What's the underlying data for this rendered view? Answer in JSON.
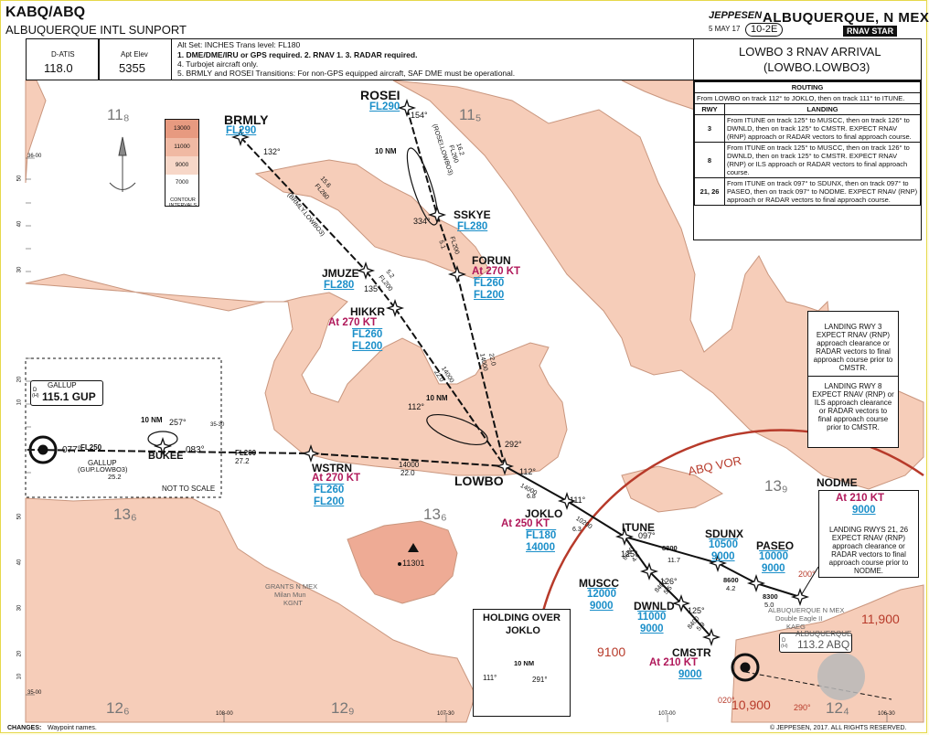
{
  "header": {
    "icao": "KABQ/ABQ",
    "airport": "ALBUQUERQUE INTL SUNPORT",
    "brand": "JEPPESEN",
    "city": "ALBUQUERQUE, N MEX",
    "date": "5 MAY 17",
    "chart_no": "10-2E",
    "chart_type": "RNAV STAR",
    "datis_label": "D-ATIS",
    "datis_freq": "118.0",
    "elev_label": "Apt Elev",
    "elev": "5355",
    "notes": [
      "Alt Set: INCHES   Trans level: FL180",
      "1. DME/DME/IRU or GPS required.   2. RNAV 1.   3. RADAR required.",
      "4. Turbojet aircraft only.",
      "5. BRMLY and ROSEI Transitions: For non-GPS equipped aircraft, SAF DME must be operational."
    ],
    "proc_title": "LOWBO 3 RNAV ARRIVAL",
    "proc_code": "(LOWBO.LOWBO3)"
  },
  "routing": {
    "title": "ROUTING",
    "intro": "From LOWBO on track 112° to JOKLO, then on track 111° to ITUNE.",
    "col_rwy": "RWY",
    "col_landing": "LANDING",
    "rows": [
      {
        "rwy": "3",
        "text": "From ITUNE on track 125° to MUSCC, then on track 126° to DWNLD, then on track 125° to CMSTR. EXPECT RNAV (RNP) approach or RADAR vectors to final approach course."
      },
      {
        "rwy": "8",
        "text": "From ITUNE on track 125° to MUSCC, then on track 126° to DWNLD, then on track 125° to CMSTR. EXPECT RNAV (RNP) or ILS approach or RADAR vectors to final approach course."
      },
      {
        "rwy": "21, 26",
        "text": "From ITUNE on track 097° to SDUNX, then on track 097° to PASEO, then on track 097° to NODME. EXPECT RNAV (RNP) approach or RADAR vectors to final approach course."
      }
    ]
  },
  "landing_notes": {
    "rwy3": "LANDING RWY 3 EXPECT RNAV (RNP) approach clearance or RADAR vectors to final approach course prior to CMSTR.",
    "rwy8": "LANDING RWY 8 EXPECT RNAV (RNP) or ILS approach clearance or RADAR vectors to final approach course prior to CMSTR.",
    "rwy21_26": "LANDING RWYS 21, 26 EXPECT RNAV (RNP) approach clearance or RADAR vectors to final approach course prior to NODME."
  },
  "contour": {
    "levels": [
      "13000",
      "11000",
      "9000",
      "7000"
    ],
    "label": "CONTOUR INTERVALS",
    "colors": [
      "#e79a80",
      "#f0b9a3",
      "#f7d7c8",
      "#ffffff"
    ]
  },
  "grid": {
    "msa_labels": [
      "11₈",
      "11₅",
      "13₆",
      "13₆",
      "13₉",
      "12₆",
      "12₉",
      "12₄"
    ],
    "lat_labels": [
      "36-00",
      "50",
      "40",
      "30",
      "20",
      "10",
      "35-30",
      "50",
      "40",
      "30",
      "20",
      "10",
      "35-00"
    ],
    "lon_labels": [
      "108-00",
      "107-30",
      "107-00",
      "106-30"
    ],
    "elevations": [
      "11,900",
      "10,900",
      "9100"
    ],
    "peak": "11301"
  },
  "waypoints": {
    "brmly": {
      "name": "BRMLY",
      "fl": "FL290"
    },
    "rosei": {
      "name": "ROSEI",
      "fl": "FL290"
    },
    "sskye": {
      "name": "SSKYE",
      "fl": "FL280"
    },
    "forun": {
      "name": "FORUN",
      "spd": "At 270 KT",
      "fl1": "FL260",
      "fl2": "FL200"
    },
    "jmuze": {
      "name": "JMUZE",
      "fl": "FL280"
    },
    "hikkr": {
      "name": "HIKKR",
      "spd": "At 270 KT",
      "fl1": "FL260",
      "fl2": "FL200"
    },
    "wstrn": {
      "name": "WSTRN",
      "spd": "At 270 KT",
      "fl1": "FL260",
      "fl2": "FL200"
    },
    "bukee": {
      "name": "BUKEE"
    },
    "lowbo": {
      "name": "LOWBO"
    },
    "joklo": {
      "name": "JOKLO",
      "spd": "At 250 KT",
      "fl1": "FL180",
      "fl2": "14000"
    },
    "itune": {
      "name": "ITUNE"
    },
    "muscc": {
      "name": "MUSCC",
      "a1": "12000",
      "a2": "9000"
    },
    "dwnld": {
      "name": "DWNLD",
      "a1": "11000",
      "a2": "9000"
    },
    "cmstr": {
      "name": "CMSTR",
      "spd": "At 210 KT",
      "a1": "9000"
    },
    "sdunx": {
      "name": "SDUNX",
      "a1": "10500",
      "a2": "9000"
    },
    "paseo": {
      "name": "PASEO",
      "a1": "10000",
      "a2": "9000"
    },
    "nodme": {
      "name": "NODME",
      "spd": "At 210 KT",
      "a1": "9000"
    }
  },
  "navaids": {
    "gallup": {
      "label": "GALLUP",
      "freq": "115.1 GUP",
      "d": "D",
      "h": "(H)"
    },
    "abq": {
      "label": "ALBUQUERQUE",
      "freq": "113.2 ABQ",
      "d": "D",
      "h": "(H)"
    },
    "abq_vor_arc": "ABQ VOR"
  },
  "airports": {
    "grants": [
      "GRANTS N MEX",
      "Milan Mun",
      "KGNT"
    ],
    "abq_small": [
      "ALBUQUERQUE N MEX",
      "Double Eagle II",
      "KAEG"
    ]
  },
  "segments": {
    "gallup_trans": "GALLUP",
    "gallup_code": "(GUP.LOWBO3)",
    "gallup_fl": "FL250",
    "gallup_dist": "25.2",
    "bukee_fl": "FL200",
    "bukee_dist": "27.2",
    "wstrn_alt": "14000",
    "wstrn_dist": "22.0",
    "not_to_scale": "NOT TO SCALE",
    "hold_10nm": "10 NM",
    "brmly_code": "(BRMLY.LOWBO3)",
    "rosei_code": "(ROSEI.LOWBO3)",
    "brmly_fl": "FL260",
    "brmly_dist": "15.6",
    "rosei_fl": "FL260",
    "rosei_dist": "16.2",
    "jmuze_fl": "FL200",
    "jmuze_dist": "5.2",
    "sskye_fl": "FL200",
    "sskye_dist": "5.1",
    "hikkr_alt": "14000",
    "hikkr_dist": "22.0",
    "forun_alt": "14000",
    "forun_dist": "22.0",
    "joklo_alt": "14000",
    "joklo_dist": "6.8",
    "itune_alt": "10200",
    "itune_dist": "6.3",
    "sdunx_alt": "8800",
    "sdunx_dist": "11.7",
    "paseo_alt": "8600",
    "paseo_dist": "4.2",
    "nodme_alt": "8300",
    "nodme_dist": "5.0",
    "muscc_alt": "8600",
    "muscc_dist": "4.6",
    "dwnld_alt": "8400",
    "dwnld_dist": "5.5",
    "cmstr_alt": "8400",
    "cmstr_dist": "5.9"
  },
  "tracks": [
    "077°",
    "083°",
    "257°",
    "112°",
    "111°",
    "097°",
    "125°",
    "126°",
    "132°",
    "154°",
    "334°",
    "292°",
    "135°",
    "020°",
    "200°",
    "290°",
    "111°",
    "291°"
  ],
  "holding_box": {
    "title": "HOLDING OVER",
    "fix": "JOKLO",
    "nm": "10 NM",
    "in": "111°",
    "out": "291°"
  },
  "footer": {
    "changes_label": "CHANGES:",
    "changes": "Waypoint names.",
    "copyright": "© JEPPESEN, 2017. ALL RIGHTS RESERVED."
  }
}
